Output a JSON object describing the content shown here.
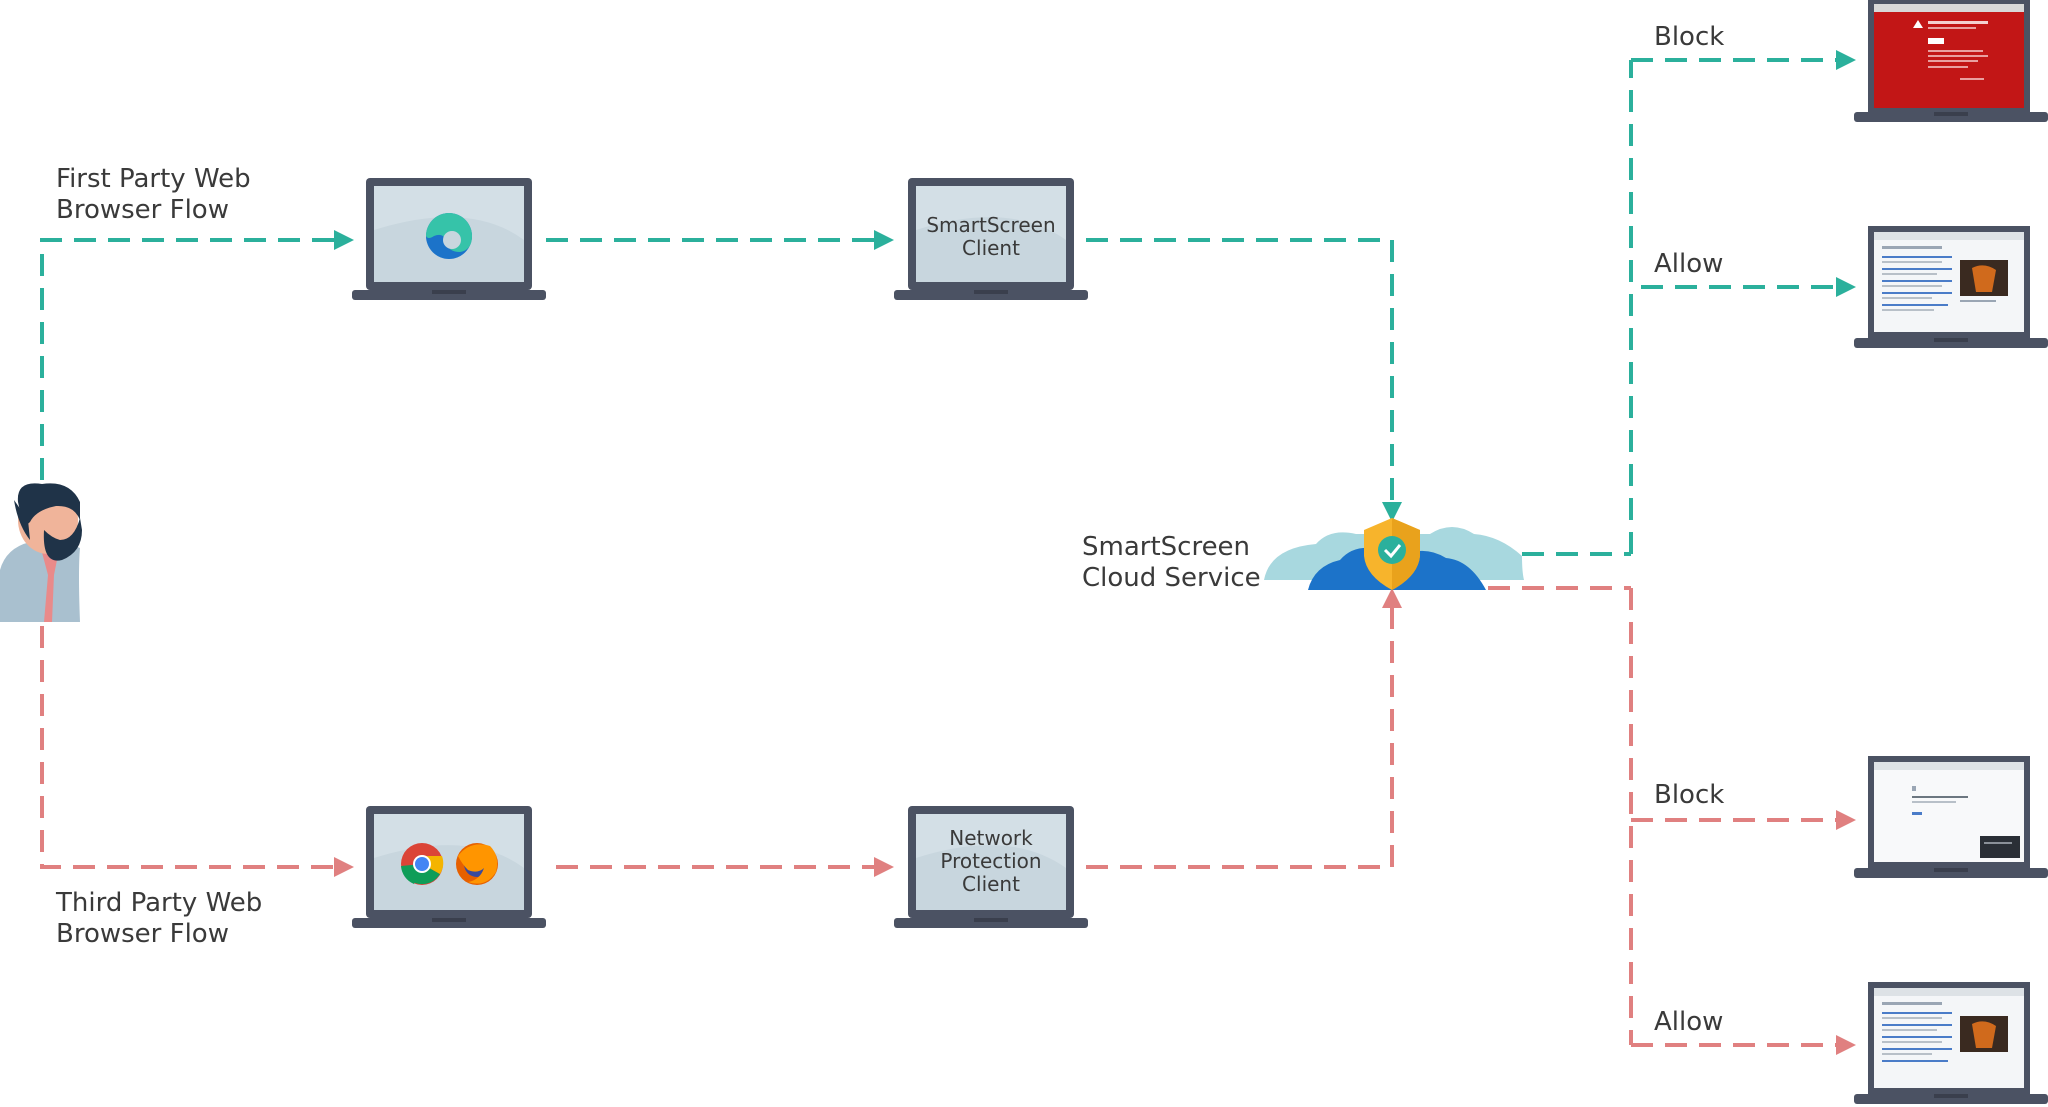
{
  "colors": {
    "first_party": "#2bb09c",
    "third_party": "#e08080",
    "laptop_body": "#4b5263",
    "laptop_screen": "#c8d6de",
    "text": "#3a3a3a",
    "cloud_light": "#a8d8df",
    "cloud_dark": "#1c73c9",
    "shield": "#f7b42c",
    "block_screen": "#c21616"
  },
  "icons": {
    "user": "person-avatar-icon",
    "edge": "edge-browser-icon",
    "chrome": "chrome-browser-icon",
    "firefox": "firefox-browser-icon",
    "shield": "shield-check-icon",
    "cloud": "cloud-icon"
  },
  "labels": {
    "first_party": [
      "First Party Web",
      "Browser Flow"
    ],
    "third_party": [
      "Third Party Web",
      "Browser Flow"
    ],
    "smartscreen_client": [
      "SmartScreen",
      "Client"
    ],
    "network_protection_client": [
      "Network",
      "Protection",
      "Client"
    ],
    "cloud_service": [
      "SmartScreen",
      "Cloud Service"
    ],
    "outcomes": {
      "top_block": "Block",
      "top_allow": "Allow",
      "bottom_block": "Block",
      "bottom_allow": "Allow"
    }
  }
}
